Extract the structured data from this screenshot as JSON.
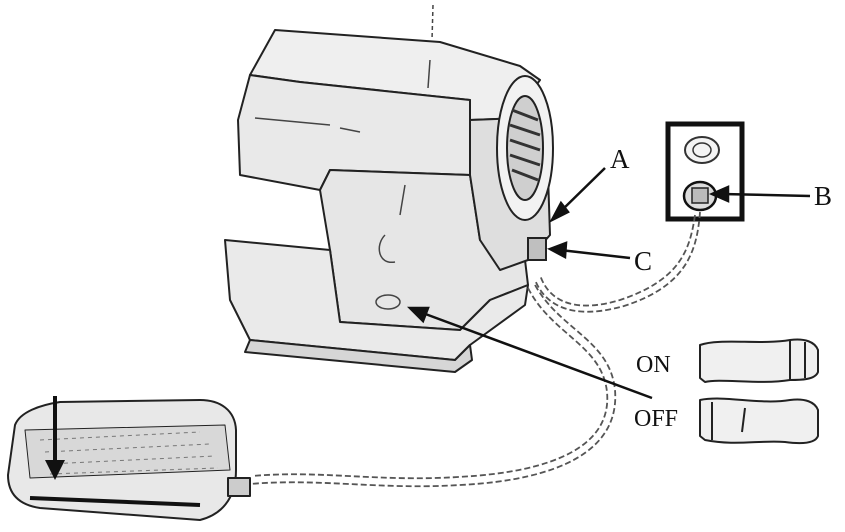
{
  "labels": {
    "a": "A",
    "b": "B",
    "c": "C",
    "on": "ON",
    "off": "OFF"
  },
  "colors": {
    "line": "#222222",
    "body_fill": "#ebebeb",
    "body_shade": "#d9d9d9",
    "dashed_cord": "#555555"
  }
}
